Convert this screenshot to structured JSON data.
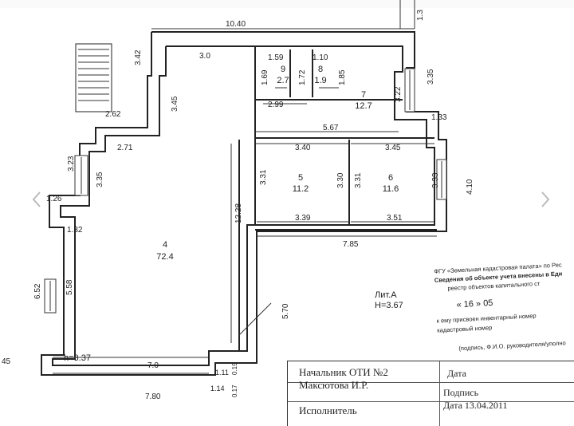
{
  "viewer": {
    "prev_label": "‹",
    "next_label": "›"
  },
  "plan": {
    "dimensions": {
      "top_total": "10.40",
      "w_3_0": "3.0",
      "w_342": "3.42",
      "w_345": "3.45",
      "w_262": "2.62",
      "w_271": "2.71",
      "w_323": "3.23",
      "w_335": "3.35",
      "w_126": "1.26",
      "w_132": "1.32",
      "w_652": "6.52",
      "w_558": "5.58",
      "w_159": "1.59",
      "w_110": "1.10",
      "w_169": "1.69",
      "w_172": "1.72",
      "w_185": "1.85",
      "w_299": "2.99",
      "w_322": "3.22",
      "w_335b": "3.35",
      "w_133": "1.33",
      "w_567": "5.67",
      "w_340": "3.40",
      "w_345b": "3.45",
      "w_331": "3.31",
      "w_330": "3.30",
      "w_331b": "3.31",
      "w_333": "3.33",
      "w_410": "4.10",
      "w_339": "3.39",
      "w_351": "3.51",
      "w_1228": "12.28",
      "w_785": "7.85",
      "w_570": "5.70",
      "w_70": "7.0",
      "w_780": "7.80",
      "w_111": "1.11",
      "w_114": "1.14",
      "w_019": "0.19",
      "w_017": "0.17",
      "w_13": "1.3",
      "w_45": "45"
    },
    "rooms": [
      {
        "num": "9",
        "area": "2.7"
      },
      {
        "num": "8",
        "area": "1.9"
      },
      {
        "num": "7",
        "area": "12.7"
      },
      {
        "num": "5",
        "area": "11.2"
      },
      {
        "num": "6",
        "area": "11.6"
      },
      {
        "num": "4",
        "area": "72.4"
      }
    ],
    "lit": "Лит.А",
    "height": "H=3.67",
    "h_left": "h=3.37"
  },
  "stamp": {
    "lines": [
      "ФГУ «Земельная кадастровая палата» по Рес",
      "Сведения об объекте учета внесены в Еди",
      "реестр объектов капитального ст",
      "«   16   »          05",
      "к ему присвоен инвентарный номер",
      "кадастровый номер",
      "(подпись, Ф.И.О. руководителя/уполно"
    ]
  },
  "titleblock": {
    "position": "Начальник ОТИ №2",
    "name": "Максютова И.Р.",
    "executor": "Исполнитель",
    "date_label": "Дата",
    "sign_label": "Подпись",
    "date_value": "Дата 13.04.2011"
  }
}
